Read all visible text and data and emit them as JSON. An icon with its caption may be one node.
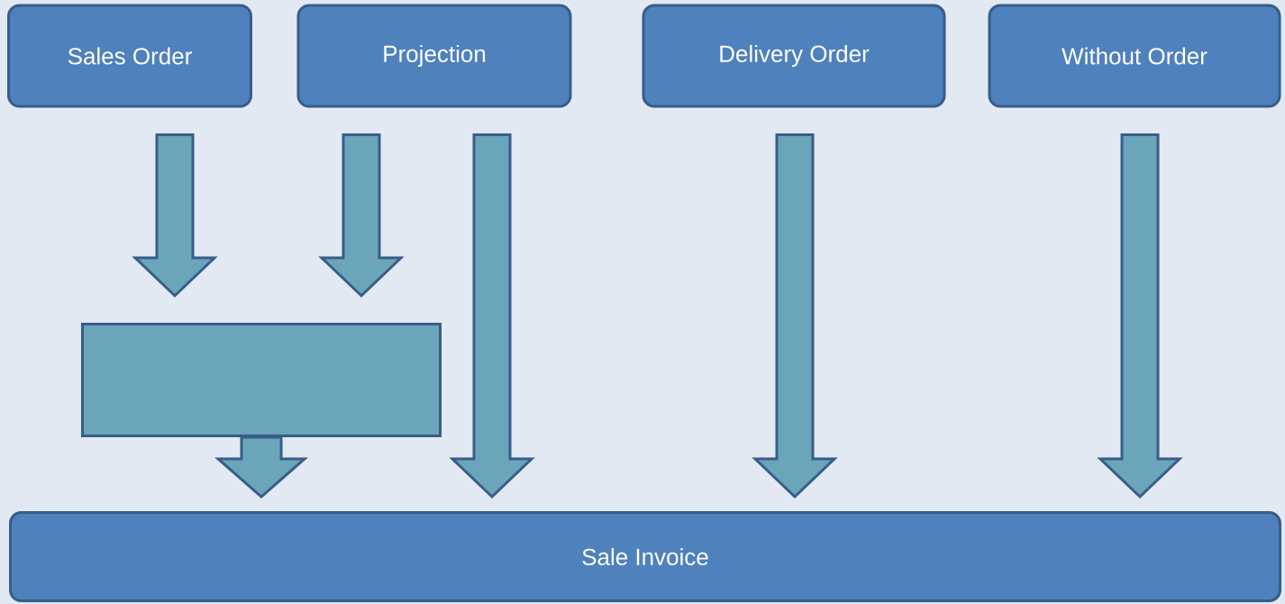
{
  "diagram": {
    "nodes": [
      {
        "text": [
          "Sales Order"
        ]
      },
      {
        "text": [
          "Projection"
        ]
      },
      {
        "text": [
          "Delivery Order"
        ]
      },
      {
        "text": [
          "Without Order"
        ]
      },
      {
        "text": [],
        "shape": "box"
      },
      {
        "text": [
          "Sale Invoice"
        ]
      }
    ],
    "edges": [
      {
        "from": 0,
        "to": 4,
        "arrow": "to"
      },
      {
        "from": 1,
        "to": 4,
        "arrow": "to"
      },
      {
        "from": 1,
        "to": 5,
        "arrow": "to"
      },
      {
        "from": 4,
        "to": 5,
        "arrow": "to"
      },
      {
        "from": 2,
        "to": 5,
        "arrow": "to"
      },
      {
        "from": 3,
        "to": 5,
        "arrow": "to"
      }
    ]
  }
}
